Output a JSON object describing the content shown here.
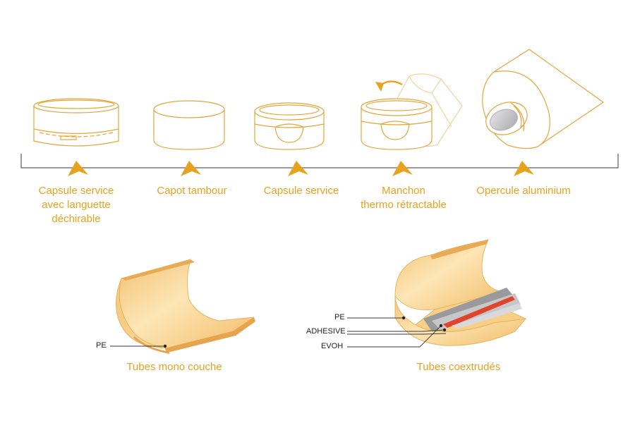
{
  "colors": {
    "accent": "#e8a21c",
    "outline": "#e3a63a",
    "tube_fill": "#f7cf86",
    "tube_edge": "#e9b35c",
    "aluminium": "#c9c9cb",
    "evoh_red": "#e0442d",
    "adhesive_grey": "#8e8e8e",
    "line": "#3a3a3a"
  },
  "closures": [
    {
      "id": "capsule-languette",
      "lines": [
        "Capsule service",
        "avec languette",
        "déchirable"
      ]
    },
    {
      "id": "capot-tambour",
      "lines": [
        "Capot tambour"
      ]
    },
    {
      "id": "capsule-service",
      "lines": [
        "Capsule service"
      ]
    },
    {
      "id": "manchon",
      "lines": [
        "Manchon",
        "thermo rétractable"
      ]
    },
    {
      "id": "opercule",
      "lines": [
        "Opercule aluminium"
      ]
    }
  ],
  "tubes": {
    "mono": {
      "caption": "Tubes mono couche",
      "layers": [
        {
          "label": "PE"
        }
      ]
    },
    "coex": {
      "caption": "Tubes coextrudés",
      "layers": [
        {
          "label": "PE"
        },
        {
          "label": "ADHESIVE"
        },
        {
          "label": "EVOH"
        }
      ]
    }
  }
}
